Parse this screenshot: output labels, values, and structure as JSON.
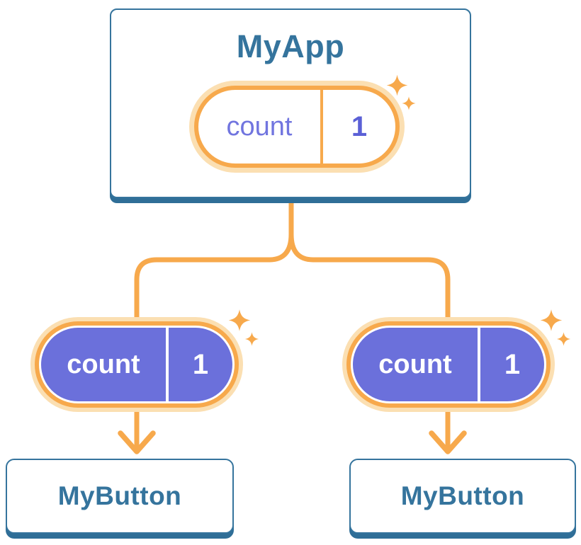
{
  "diagram": {
    "parent": {
      "title": "MyApp",
      "state": {
        "label": "count",
        "value": "1"
      }
    },
    "children": [
      {
        "title": "MyButton",
        "state": {
          "label": "count",
          "value": "1"
        }
      },
      {
        "title": "MyButton",
        "state": {
          "label": "count",
          "value": "1"
        }
      }
    ],
    "icons": {
      "sparkle_icon": "✦",
      "arrow_down_icon": "↓"
    },
    "colors": {
      "blue": "#35749D",
      "blue_dark": "#2F6E97",
      "orange": "#F7A94C",
      "orange_light": "#FBDFB2",
      "purple": "#6B70DB",
      "purple_text": "#7175DF",
      "purple_value": "#5B60D6",
      "white": "#FFFFFF"
    }
  }
}
